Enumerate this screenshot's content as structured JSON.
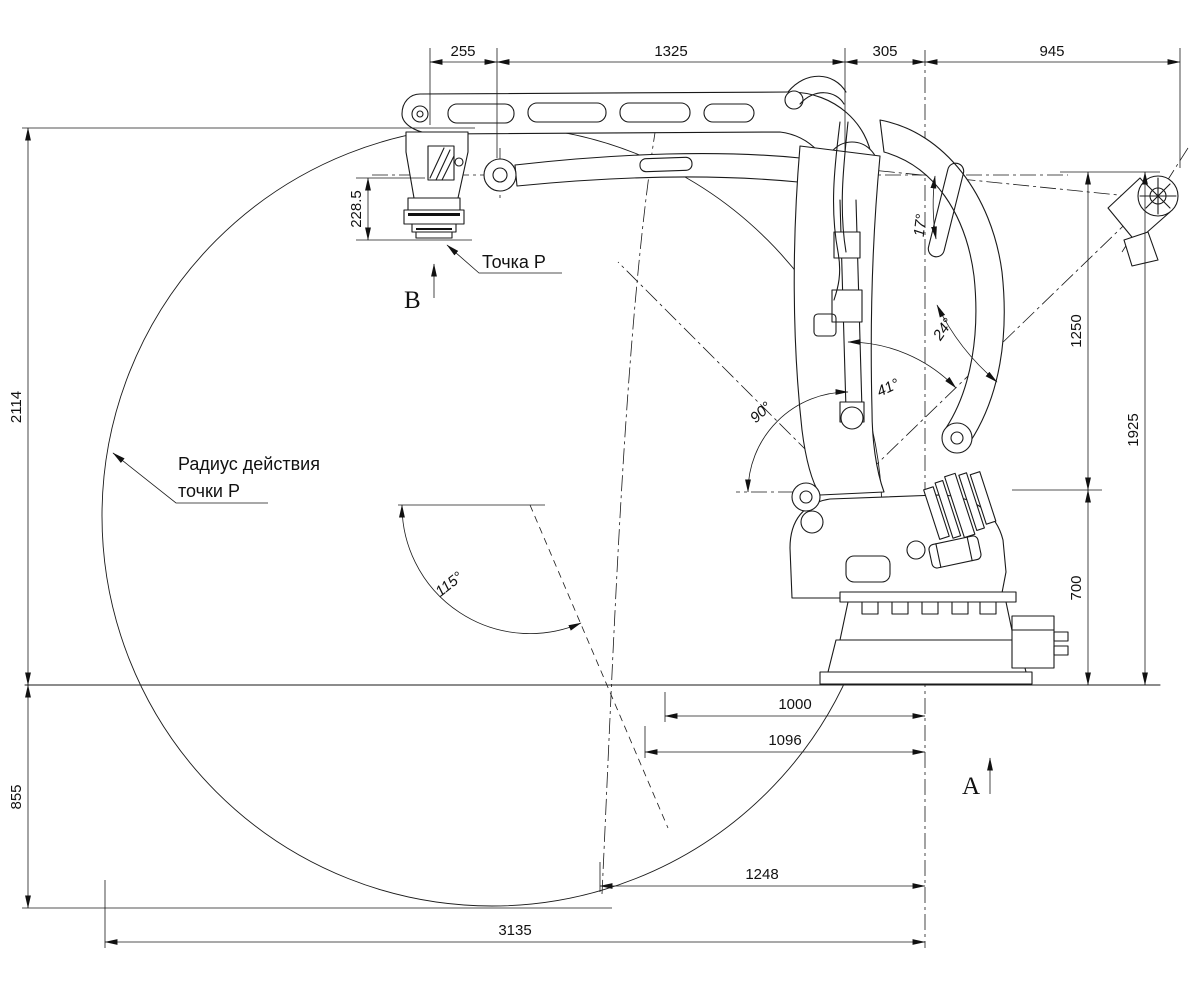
{
  "dimensions": {
    "top": [
      "255",
      "1325",
      "305",
      "945"
    ],
    "left": [
      "2114",
      "855"
    ],
    "offset_p": "228.5",
    "right": [
      "1250",
      "1925",
      "700"
    ],
    "bottom": [
      "1000",
      "1096",
      "1248",
      "3135"
    ]
  },
  "angles": [
    "17°",
    "24°",
    "41°",
    "90°",
    "115°"
  ],
  "labels": {
    "point_p": "Точка P",
    "radius_line1": "Радиус действия",
    "radius_line2": "точки P",
    "view_b": "B",
    "view_a": "A"
  }
}
